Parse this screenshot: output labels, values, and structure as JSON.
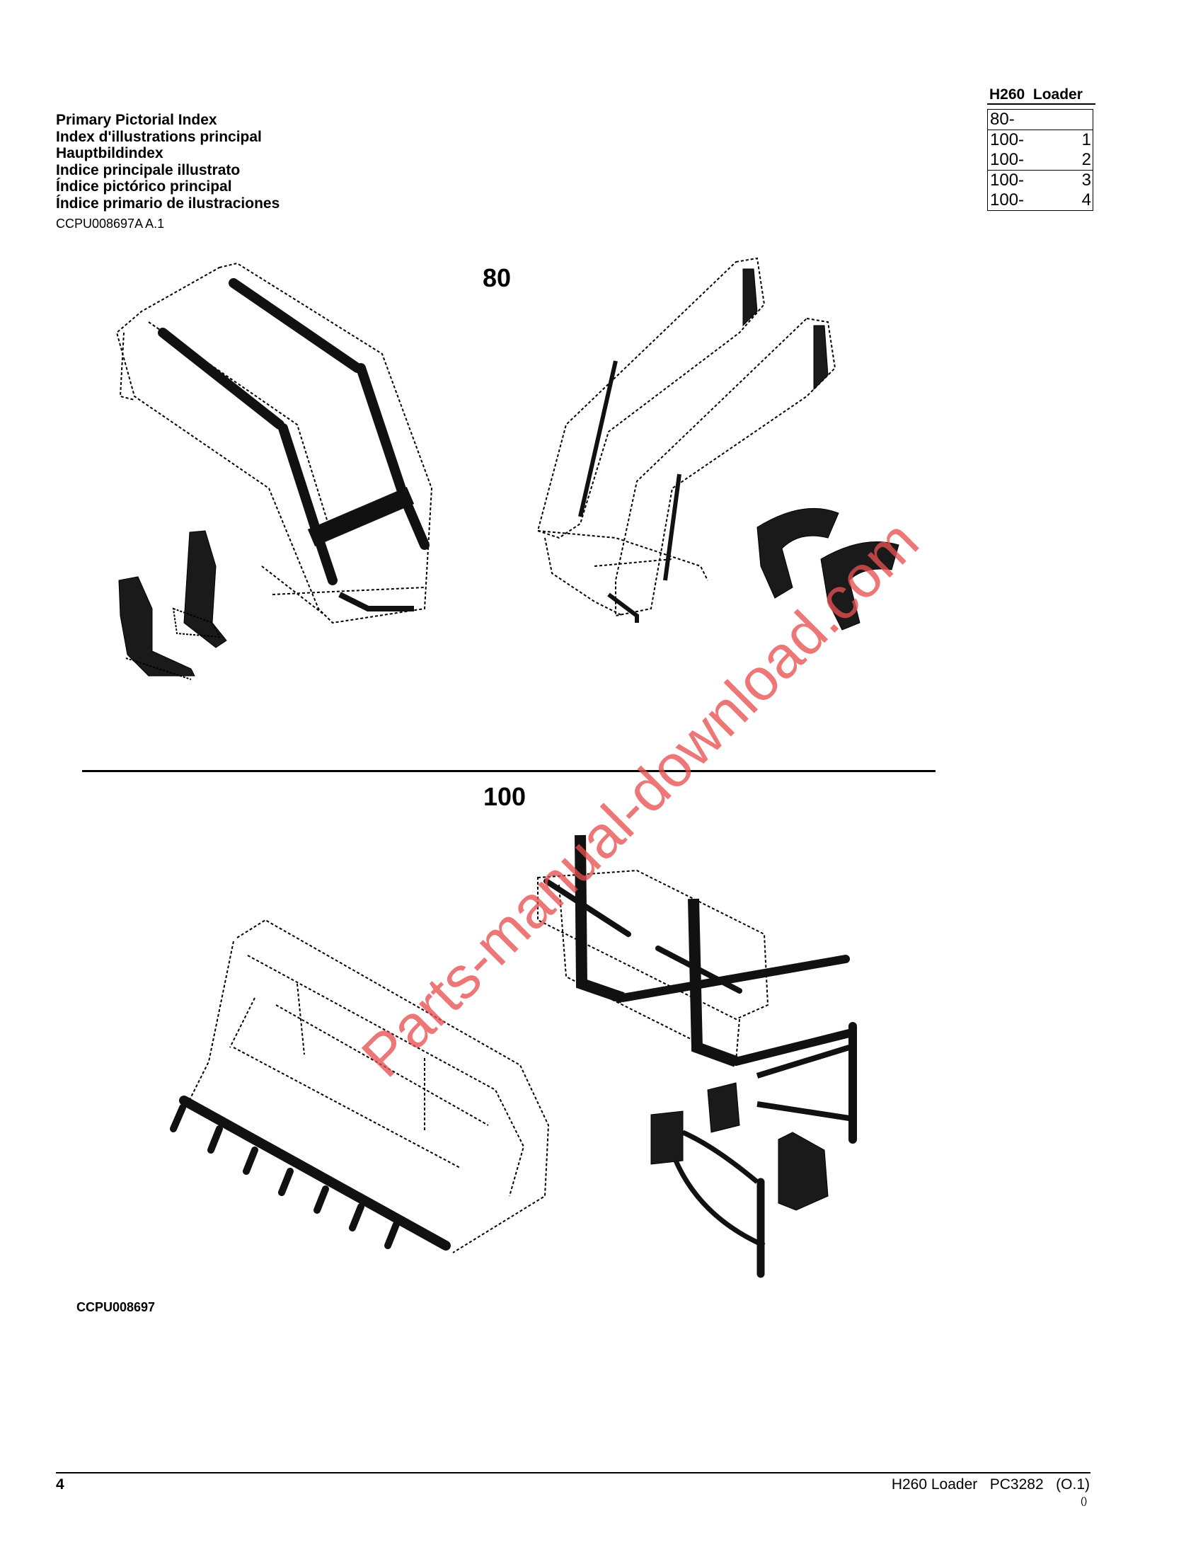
{
  "header": {
    "title": "H260  Loader"
  },
  "titles": [
    "Primary Pictorial Index",
    "Index d'illustrations principal",
    "Hauptbildindex",
    "Indice principale illustrato",
    "Índice pictórico principal",
    "Índice primario de ilustraciones"
  ],
  "reference": "CCPU008697A A.1",
  "index_table": {
    "groups": [
      {
        "rows": [
          {
            "section": "80-",
            "num": ""
          }
        ]
      },
      {
        "rows": [
          {
            "section": "100-",
            "num": "1"
          },
          {
            "section": "100-",
            "num": "2"
          }
        ]
      },
      {
        "rows": [
          {
            "section": "100-",
            "num": "3"
          },
          {
            "section": "100-",
            "num": "4"
          }
        ]
      }
    ]
  },
  "sections": {
    "s80": "80",
    "s100": "100"
  },
  "figure_ref": "CCPU008697",
  "watermark": "Parts-manual-download.com",
  "footer": {
    "page": "4",
    "right": "H260 Loader   PC3282   (O.1)",
    "small": "()"
  }
}
